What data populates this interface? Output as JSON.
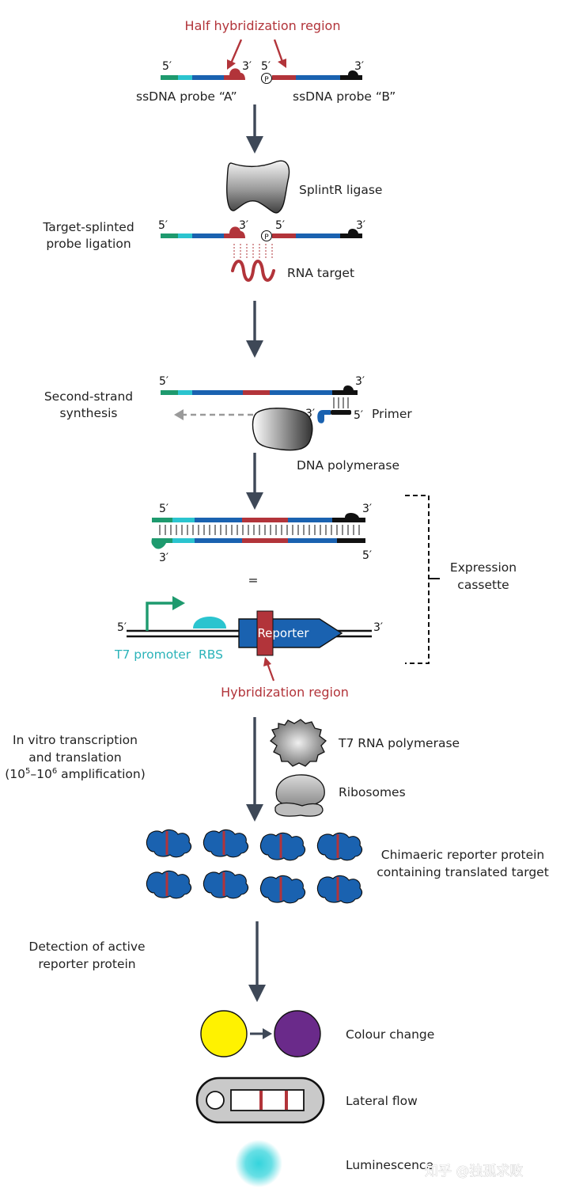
{
  "colors": {
    "dark_arrow": "#3e4857",
    "red": "#b2343a",
    "blue": "#1a62b0",
    "green": "#1e9a6e",
    "teal": "#2bc4cf",
    "black": "#111111",
    "yellow": "#fff200",
    "purple": "#6a2a8a",
    "luminescence": "#34d4dc"
  },
  "labels": {
    "half_hybridization": "Half hybridization region",
    "probe_a": "ssDNA probe “A”",
    "probe_b": "ssDNA probe “B”",
    "splintr_ligase": "SplintR ligase",
    "target_splinted_1": "Target-splinted",
    "target_splinted_2": "probe ligation",
    "rna_target": "RNA target",
    "second_strand_1": "Second-strand",
    "second_strand_2": "synthesis",
    "primer": "Primer",
    "dna_polymerase": "DNA polymerase",
    "expression_1": "Expression",
    "expression_2": "cassette",
    "equals": "=",
    "reporter": "Reporter",
    "t7_promoter": "T7 promoter",
    "rbs": "RBS",
    "hybridization_region": "Hybridization region",
    "ivtt_1": "In vitro transcription",
    "ivtt_2": "and translation",
    "ivtt_3_open": "(10",
    "ivtt_exp1": "5",
    "ivtt_dash": "–10",
    "ivtt_exp2": "6",
    "ivtt_3_close": " amplification)",
    "t7_rna_polymerase": "T7 RNA polymerase",
    "ribosomes": "Ribosomes",
    "chimaeric_1": "Chimaeric reporter protein",
    "chimaeric_2": "containing translated target",
    "detection_1": "Detection of active",
    "detection_2": "reporter protein",
    "colour_change": "Colour change",
    "lateral_flow": "Lateral flow",
    "luminescence": "Luminescence",
    "watermark": "知乎 @独孤求败"
  },
  "markers": {
    "five_prime": "5′",
    "three_prime": "3′",
    "phosphate": "P"
  }
}
